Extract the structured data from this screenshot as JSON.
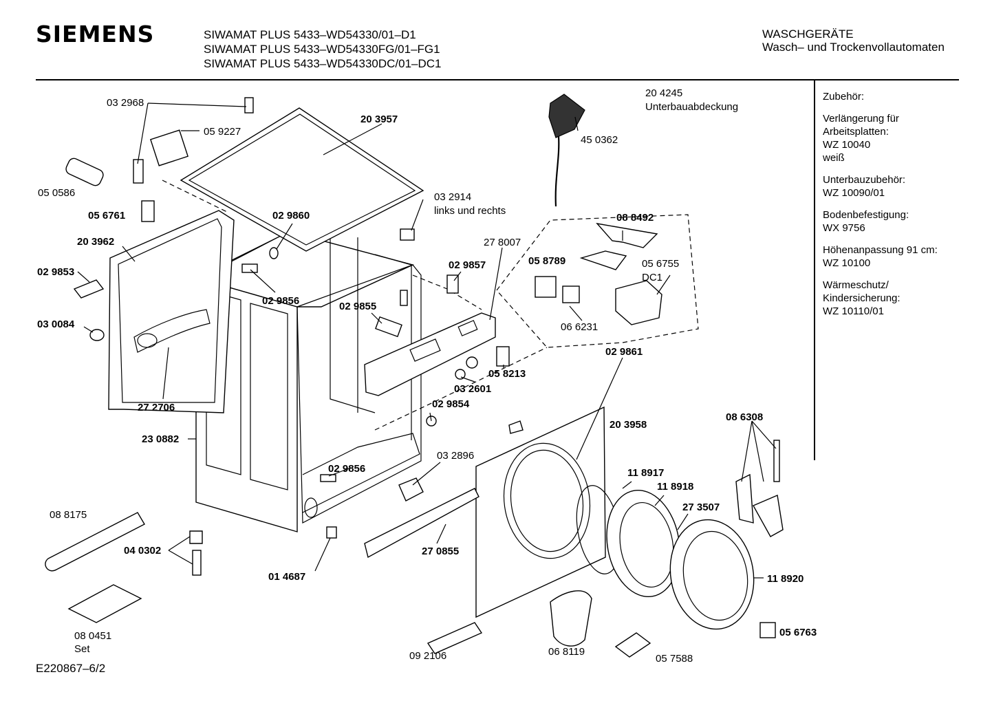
{
  "header": {
    "brand": "SIEMENS",
    "models": [
      "SIWAMAT PLUS 5433–WD54330/01–D1",
      "SIWAMAT PLUS 5433–WD54330FG/01–FG1",
      "SIWAMAT PLUS 5433–WD54330DC/01–DC1"
    ],
    "category_title": "WASCHGERÄTE",
    "category_subtitle": "Wasch– und Trockenvollautomaten"
  },
  "accessories": [
    {
      "lines": [
        "Zubehör:"
      ]
    },
    {
      "lines": [
        "Verlängerung für",
        "Arbeitsplatten:",
        "WZ 10040",
        "weiß"
      ]
    },
    {
      "lines": [
        "Unterbauzubehör:",
        "WZ 10090/01"
      ]
    },
    {
      "lines": [
        "Bodenbefestigung:",
        "WX 9756"
      ]
    },
    {
      "lines": [
        "Höhenanpassung 91 cm:",
        "WZ 10100"
      ]
    },
    {
      "lines": [
        "Wärmeschutz/",
        "Kindersicherung:",
        "WZ 10110/01"
      ]
    }
  ],
  "parts": {
    "p032968": "03 2968",
    "p059227": "05 9227",
    "p203957": "20 3957",
    "p204245": "20 4245",
    "p204245_desc": "Unterbauabdeckung",
    "p450362": "45 0362",
    "p050586": "05 0586",
    "p056761": "05 6761",
    "p032914": "03 2914",
    "p032914_desc": "links und rechts",
    "p029860": "02 9860",
    "p203962": "20 3962",
    "p029853": "02 9853",
    "p278007": "27 8007",
    "p088492": "08 8492",
    "p058789": "05 8789",
    "p056755": "05 6755",
    "p056755_desc": "DC1",
    "p029857": "02 9857",
    "p029856a": "02 9856",
    "p029855": "02 9855",
    "p030084": "03 0084",
    "p066231": "06 6231",
    "p029861": "02 9861",
    "p058213": "05 8213",
    "p032601": "03 2601",
    "p272706": "27 2706",
    "p029854": "02 9854",
    "p203958": "20 3958",
    "p230882": "23 0882",
    "p086308": "08 6308",
    "p032896": "03 2896",
    "p029856b": "02 9856",
    "p118917": "11 8917",
    "p118918": "11 8918",
    "p273507": "27 3507",
    "p088175": "08 8175",
    "p040302": "04 0302",
    "p270855": "27 0855",
    "p014687": "01 4687",
    "p118920": "11 8920",
    "p080451": "08 0451",
    "p080451_desc": "Set",
    "p056763": "05 6763",
    "p092106": "09 2106",
    "p068119": "06 8119",
    "p057588": "05 7588"
  },
  "footer": {
    "drawing_id": "E220867–6/2"
  }
}
